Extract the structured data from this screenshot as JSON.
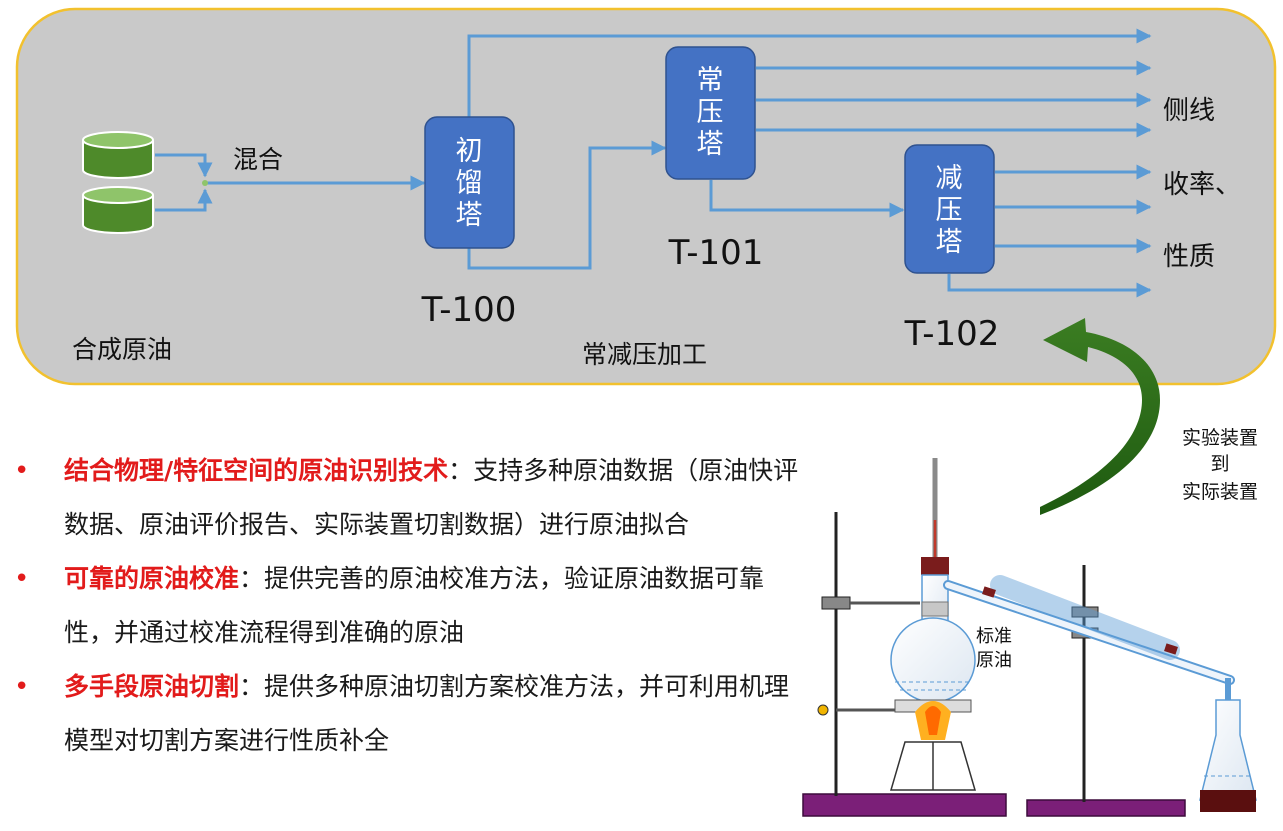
{
  "process": {
    "feed_label": "合成原油",
    "mix_label": "混合",
    "section_label": "常减压加工",
    "towers": [
      {
        "name": "初馏塔",
        "chars": [
          "初",
          "馏",
          "塔"
        ],
        "tag": "T-100"
      },
      {
        "name": "常压塔",
        "chars": [
          "常",
          "压",
          "塔"
        ],
        "tag": "T-101"
      },
      {
        "name": "减压塔",
        "chars": [
          "减",
          "压",
          "塔"
        ],
        "tag": "T-102"
      }
    ],
    "output_labels": [
      "侧线",
      "收率、",
      "性质"
    ]
  },
  "transfer_label": [
    "实验装置",
    "到",
    "实际装置"
  ],
  "apparatus_label": [
    "标准",
    "原油"
  ],
  "features": [
    {
      "highlight": "结合物理/特征空间的原油识别技术",
      "text": "：支持多种原油数据（原油快评数据、原油评价报告、实际装置切割数据）进行原油拟合"
    },
    {
      "highlight": "可靠的原油校准",
      "text": "：提供完善的原油校准方法，验证原油数据可靠性，并通过校准流程得到准确的原油"
    },
    {
      "highlight": "多手段原油切割",
      "text": "：提供多种原油切割方案校准方法，并可利用机理模型对切割方案进行性质补全"
    }
  ],
  "colors": {
    "panel_fill": "#c9c9c9",
    "panel_border": "#f2c12e",
    "tower_fill": "#4472c4",
    "stream": "#5b9bd5",
    "feed_tank": "#4e8a2a",
    "arrow_green": "#2e6b1a",
    "highlight": "#e21b1b"
  }
}
